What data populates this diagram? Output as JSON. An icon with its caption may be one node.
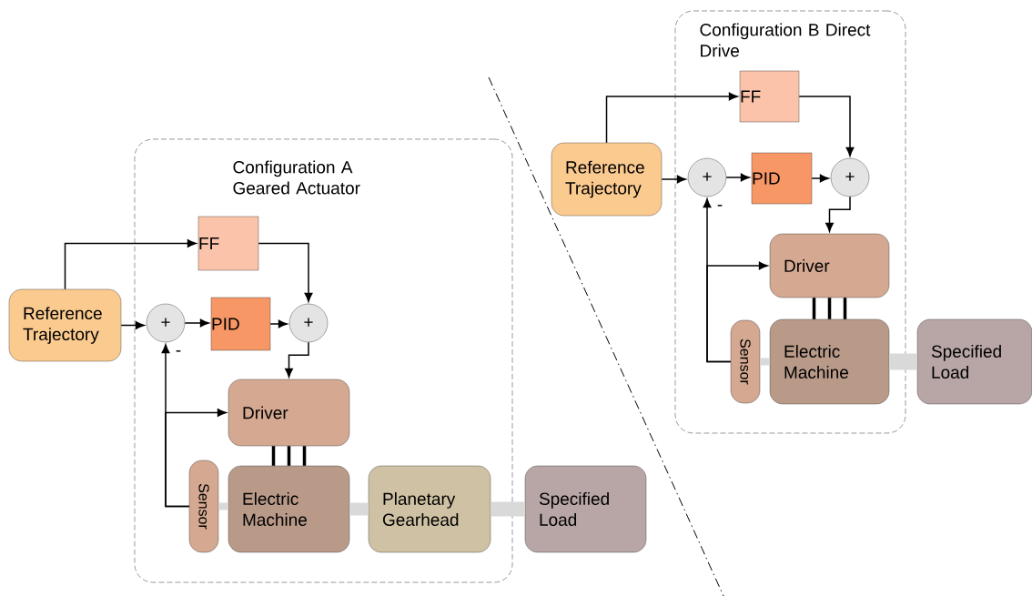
{
  "diagram": {
    "nodes": [
      {
        "text": [
          "Reference Trajectory"
        ]
      },
      {
        "text": [
          "Configuration A Geared Actuator"
        ]
      },
      {
        "text": [
          "FF"
        ],
        "in": 1
      },
      {
        "text": [
          "+"
        ],
        "in": 1,
        "beside": [
          "-"
        ]
      },
      {
        "text": [
          "PID"
        ],
        "in": 1
      },
      {
        "text": [
          "+"
        ],
        "in": 1
      },
      {
        "text": [
          "Driver"
        ],
        "in": 1
      },
      {
        "text": [
          "Sensor"
        ],
        "in": 1
      },
      {
        "text": [
          "Electric Machine"
        ],
        "in": 1
      },
      {
        "text": [
          "Planetary Gearhead"
        ],
        "in": 1
      },
      {
        "text": [
          "Specified Load"
        ]
      },
      {
        "text": [
          "Reference Trajectory"
        ]
      },
      {
        "text": [
          "Configuration B Direct Drive"
        ]
      },
      {
        "text": [
          "FF"
        ],
        "in": 12
      },
      {
        "text": [
          "+"
        ],
        "in": 12,
        "beside": [
          "-"
        ]
      },
      {
        "text": [
          "PID"
        ],
        "in": 12
      },
      {
        "text": [
          "+"
        ],
        "in": 12
      },
      {
        "text": [
          "Driver"
        ],
        "in": 12
      },
      {
        "text": [
          "Sensor"
        ],
        "in": 12
      },
      {
        "text": [
          "Electric Machine"
        ],
        "in": 12
      },
      {
        "text": [
          "Specified Load"
        ]
      }
    ],
    "edges": [
      {
        "from": 0,
        "to": 2,
        "arrow": "to"
      },
      {
        "from": 0,
        "to": 3,
        "arrow": "to"
      },
      {
        "from": 2,
        "to": 5,
        "arrow": "to"
      },
      {
        "from": 3,
        "to": 4,
        "arrow": "to"
      },
      {
        "from": 4,
        "to": 5,
        "arrow": "to"
      },
      {
        "from": 5,
        "to": 6,
        "arrow": "to"
      },
      {
        "from": 7,
        "to": 3,
        "arrow": "to"
      },
      {
        "from": 7,
        "to": 6,
        "arrow": "to"
      },
      {
        "from": 6,
        "to": 8,
        "arrow": "none",
        "style": "thick"
      },
      {
        "from": 6,
        "to": 8,
        "arrow": "none",
        "style": "thick"
      },
      {
        "from": 6,
        "to": 8,
        "arrow": "none",
        "style": "thick"
      },
      {
        "from": 7,
        "to": 8,
        "arrow": "none",
        "style": "thick",
        "color": "#d9d9d9"
      },
      {
        "from": 8,
        "to": 9,
        "arrow": "none",
        "style": "thick",
        "color": "#d9d9d9"
      },
      {
        "from": 9,
        "to": 10,
        "arrow": "none",
        "style": "thick",
        "color": "#d9d9d9"
      },
      {
        "from": 11,
        "to": 13,
        "arrow": "to"
      },
      {
        "from": 11,
        "to": 14,
        "arrow": "to"
      },
      {
        "from": 13,
        "to": 16,
        "arrow": "to"
      },
      {
        "from": 14,
        "to": 15,
        "arrow": "to"
      },
      {
        "from": 15,
        "to": 16,
        "arrow": "to"
      },
      {
        "from": 16,
        "to": 17,
        "arrow": "to"
      },
      {
        "from": 18,
        "to": 14,
        "arrow": "to"
      },
      {
        "from": 18,
        "to": 17,
        "arrow": "to"
      },
      {
        "from": 17,
        "to": 19,
        "arrow": "none",
        "style": "thick"
      },
      {
        "from": 17,
        "to": 19,
        "arrow": "none",
        "style": "thick"
      },
      {
        "from": 17,
        "to": 19,
        "arrow": "none",
        "style": "thick"
      },
      {
        "from": 18,
        "to": 19,
        "arrow": "none",
        "style": "thick",
        "color": "#d9d9d9"
      },
      {
        "from": 19,
        "to": 20,
        "arrow": "none",
        "style": "thick",
        "color": "#d9d9d9"
      }
    ]
  }
}
